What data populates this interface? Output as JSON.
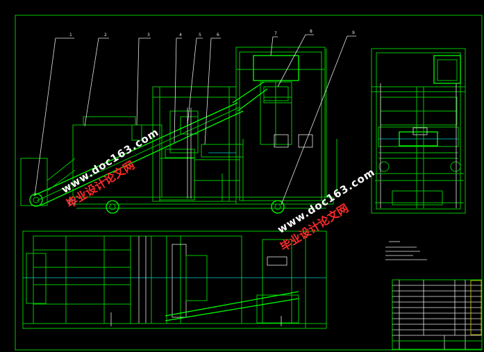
{
  "part_numbers": [
    "1",
    "2",
    "3",
    "4",
    "5",
    "6",
    "7",
    "8",
    "9"
  ],
  "watermarks": [
    {
      "cn": "毕业设计论文网",
      "url": "www.doc163.com"
    },
    {
      "cn": "毕业设计论文网",
      "url": "www.doc163.com"
    }
  ],
  "colors": {
    "background": "#000000",
    "lines": "#00c800",
    "watermark_cn": "#ff2a2a",
    "watermark_url": "#ffffff"
  }
}
